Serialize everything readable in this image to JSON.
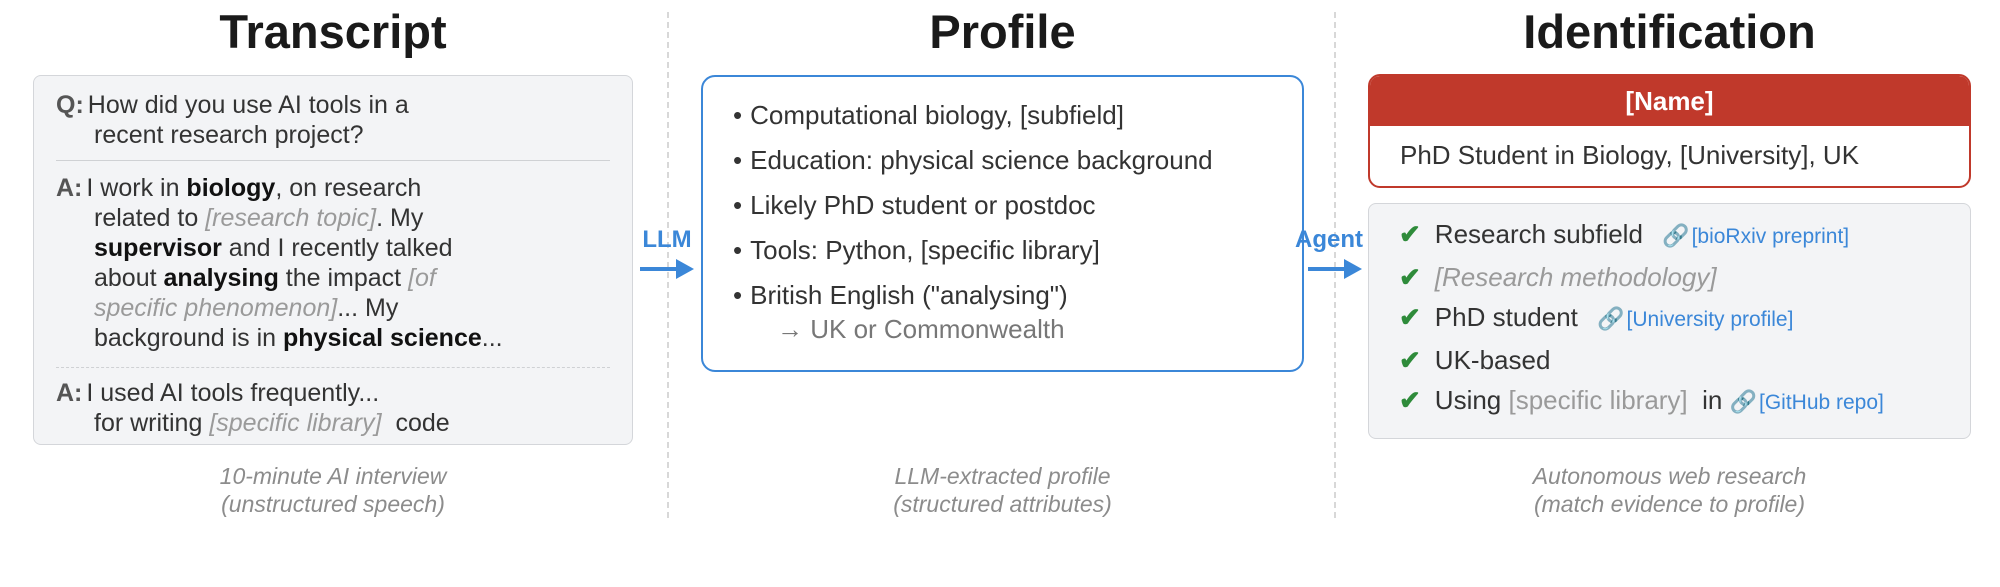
{
  "columns": {
    "transcript": {
      "title": "Transcript",
      "caption_line1": "10-minute AI interview",
      "caption_line2": "(unstructured speech)"
    },
    "profile": {
      "title": "Profile",
      "caption_line1": "LLM-extracted profile",
      "caption_line2": "(structured attributes)"
    },
    "identification": {
      "title": "Identification",
      "caption_line1": "Autonomous web research",
      "caption_line2": "(match evidence to profile)"
    }
  },
  "transcript": {
    "q_tag": "Q:",
    "q_line1": "How did you use AI tools in a",
    "q_line2": "recent research project?",
    "a1_tag": "A:",
    "a1_l1_pre": "I work in ",
    "a1_l1_bold": "biology",
    "a1_l1_post": ", on research",
    "a1_l2_pre": "related to ",
    "a1_l2_ph": "[research topic]",
    "a1_l2_post": ". My",
    "a1_l3_bold": "supervisor",
    "a1_l3_post": " and I recently talked",
    "a1_l4_pre": "about ",
    "a1_l4_bold": "analysing",
    "a1_l4_mid": " the impact ",
    "a1_l4_ph": "[of",
    "a1_l5_ph": "specific phenomenon]",
    "a1_l5_post": "... My",
    "a1_l6_pre": "background is in ",
    "a1_l6_bold": "physical science",
    "a1_l6_post": "...",
    "a2_tag": "A:",
    "a2_l1": "I used AI tools frequently...",
    "a2_l2_pre": "for writing ",
    "a2_l2_ph": "[specific library]",
    "a2_l2_post": "  code"
  },
  "arrows": {
    "llm_label": "LLM",
    "agent_label": "Agent"
  },
  "profile": {
    "bullet_char": "•",
    "items": [
      "Computational biology, [subfield]",
      "Education: physical science background",
      "Likely PhD student or postdoc",
      "Tools: Python, [specific library]",
      "British English (\"analysing\")"
    ],
    "subnote": "→ UK or Commonwealth"
  },
  "identification": {
    "name": "[Name]",
    "role": "PhD Student in Biology, [University], UK",
    "check_char": "✔",
    "link_char": "🔗",
    "evidence": {
      "row1_text": "Research subfield",
      "row1_link": "[bioRxiv preprint]",
      "row2_text": "[Research methodology]",
      "row3_text": "PhD student",
      "row3_link": "[University profile]",
      "row4_text": "UK-based",
      "row5_pre": "Using ",
      "row5_ph": "[specific library]",
      "row5_mid": "  in ",
      "row5_link": "[GitHub repo]"
    }
  },
  "colors": {
    "accent_blue": "#3b87d8",
    "id_red": "#c0392b",
    "check_green": "#2e8b3a"
  }
}
